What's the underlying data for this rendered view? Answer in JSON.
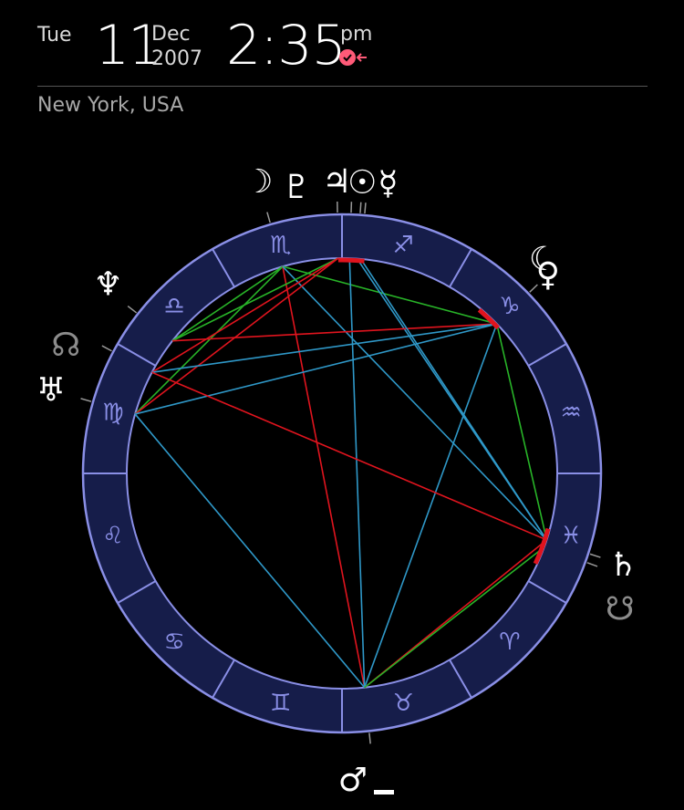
{
  "header": {
    "weekday": "Tue",
    "day": "11",
    "month": "Dec",
    "year": "2007",
    "time": "2:35",
    "ampm": "pm",
    "location": "New York, USA"
  },
  "colors": {
    "background": "#000000",
    "ring": "#161d4a",
    "ring_stroke": "#8a8fe6",
    "accent": "#ff5a78",
    "aspect_red": "#e0141e",
    "aspect_green": "#28b428",
    "aspect_blue": "#2f98c8"
  },
  "signs": [
    {
      "name": "sagittarius",
      "glyph": "♐"
    },
    {
      "name": "capricorn",
      "glyph": "♑"
    },
    {
      "name": "aquarius",
      "glyph": "♒"
    },
    {
      "name": "pisces",
      "glyph": "♓"
    },
    {
      "name": "aries",
      "glyph": "♈"
    },
    {
      "name": "taurus",
      "glyph": "♉"
    },
    {
      "name": "gemini",
      "glyph": "♊"
    },
    {
      "name": "cancer",
      "glyph": "♋"
    },
    {
      "name": "leo",
      "glyph": "♌"
    },
    {
      "name": "virgo",
      "glyph": "♍"
    },
    {
      "name": "libra",
      "glyph": "♎"
    },
    {
      "name": "scorpio",
      "glyph": "♏"
    }
  ],
  "planets": [
    {
      "name": "moon",
      "glyph": "☽",
      "color": "#ffffff"
    },
    {
      "name": "pluto",
      "glyph": "♇",
      "color": "#ffffff"
    },
    {
      "name": "jupiter",
      "glyph": "♃",
      "color": "#ffffff"
    },
    {
      "name": "sun",
      "glyph": "☉",
      "color": "#ffffff"
    },
    {
      "name": "mercury",
      "glyph": "☿",
      "color": "#ffffff"
    },
    {
      "name": "venus",
      "glyph": "♀",
      "color": "#ffffff"
    },
    {
      "name": "saturn",
      "glyph": "♄",
      "color": "#ffffff"
    },
    {
      "name": "south-node",
      "glyph": "☋",
      "color": "#8c8c8c"
    },
    {
      "name": "mars",
      "glyph": "♂",
      "color": "#ffffff"
    },
    {
      "name": "uranus",
      "glyph": "♅",
      "color": "#ffffff"
    },
    {
      "name": "north-node",
      "glyph": "☊",
      "color": "#8c8c8c"
    },
    {
      "name": "neptune",
      "glyph": "♆",
      "color": "#ffffff"
    }
  ],
  "transit_moon": {
    "name": "transit-moon",
    "glyph": "☾"
  }
}
